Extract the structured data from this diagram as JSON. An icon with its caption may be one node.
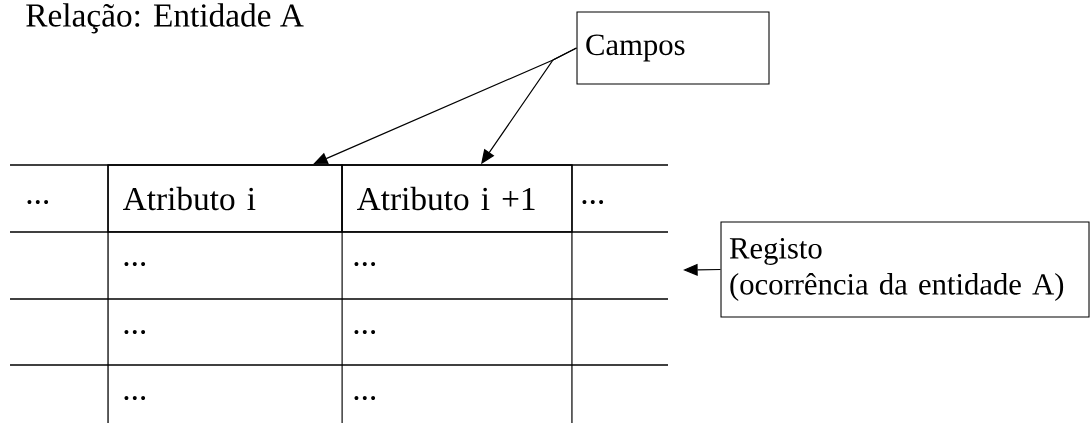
{
  "diagram": {
    "title": "Relação: Entidade A",
    "nodes": [
      {
        "text": [
          "Campos"
        ]
      },
      {
        "text": [
          "Atributo i"
        ]
      },
      {
        "text": [
          "Atributo i +1"
        ]
      },
      {
        "text": [
          "Registo",
          "(ocorrência da entidade A)"
        ]
      }
    ],
    "edges": [
      {
        "from": 0,
        "to": 1,
        "arrow": "to"
      },
      {
        "from": 0,
        "to": 2,
        "arrow": "to"
      },
      {
        "from": 3,
        "to": null,
        "arrow": "to"
      }
    ],
    "labels": [
      "...",
      "...",
      "...",
      "...",
      "...",
      "...",
      "...",
      "..."
    ]
  }
}
